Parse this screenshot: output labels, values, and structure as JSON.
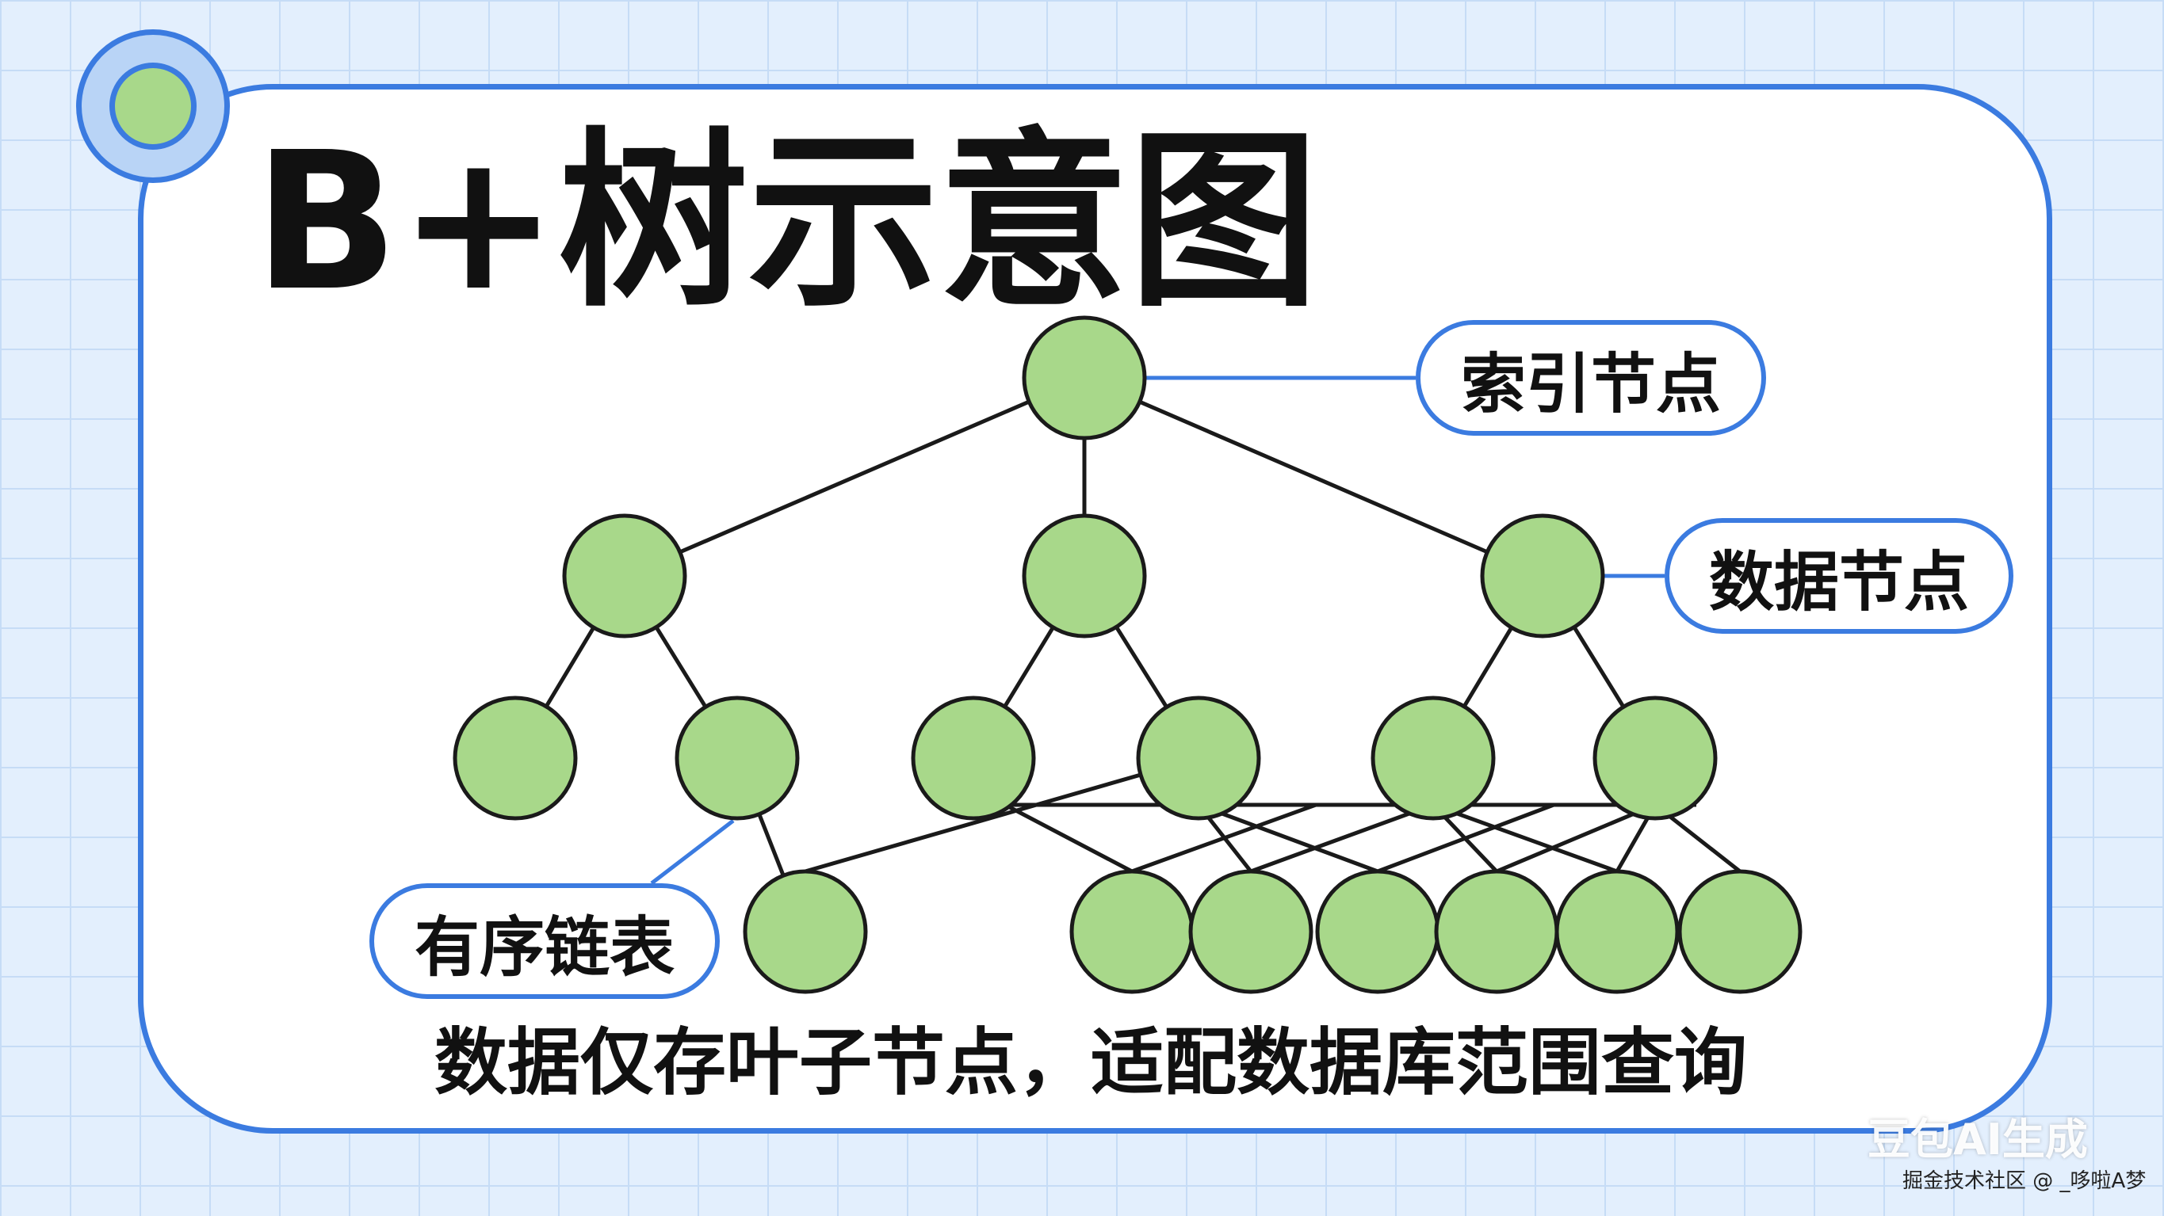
{
  "title": "B+树示意图",
  "labels": {
    "index_node": "索引节点",
    "data_node": "数据节点",
    "ordered_list": "有序链表"
  },
  "caption": "数据仅存叶子节点，适配数据库范围查询",
  "watermark": {
    "brand": "豆包AI生成",
    "credit": "掘金技术社区 @ _哆啦A梦"
  },
  "colors": {
    "node_fill": "#a8d88a",
    "accent": "#3b7be0",
    "edge": "#1a1a1a"
  }
}
